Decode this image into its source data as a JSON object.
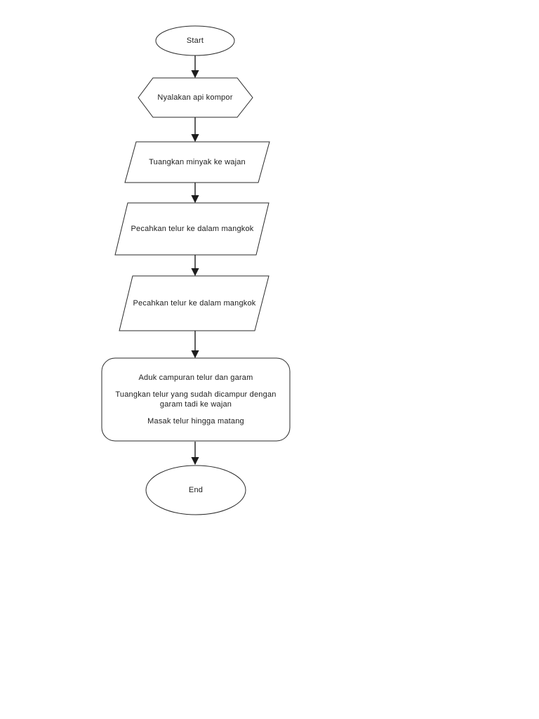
{
  "page": {
    "background": "#ffffff",
    "stroke_color": "#2a2a2a",
    "text_color": "#1c1c1c"
  },
  "flowchart": {
    "nodes": [
      {
        "id": "start",
        "type": "ellipse",
        "label": "Start"
      },
      {
        "id": "step1",
        "type": "hexagon",
        "label": "Nyalakan api kompor"
      },
      {
        "id": "step2",
        "type": "parallelogram",
        "label": "Tuangkan minyak ke wajan"
      },
      {
        "id": "step3",
        "type": "parallelogram",
        "label": "Pecahkan telur ke dalam mangkok"
      },
      {
        "id": "step4",
        "type": "parallelogram",
        "label": "Pecahkan telur ke dalam mangkok"
      },
      {
        "id": "step5",
        "type": "rounded-rect",
        "lines": [
          "Aduk campuran telur dan garam",
          "Tuangkan telur yang sudah dicampur dengan garam tadi ke wajan",
          "Masak telur hingga matang"
        ]
      },
      {
        "id": "end",
        "type": "ellipse",
        "label": "End"
      }
    ],
    "edges": [
      {
        "from": "start",
        "to": "step1"
      },
      {
        "from": "step1",
        "to": "step2"
      },
      {
        "from": "step2",
        "to": "step3"
      },
      {
        "from": "step3",
        "to": "step4"
      },
      {
        "from": "step4",
        "to": "step5"
      },
      {
        "from": "step5",
        "to": "end"
      }
    ]
  }
}
